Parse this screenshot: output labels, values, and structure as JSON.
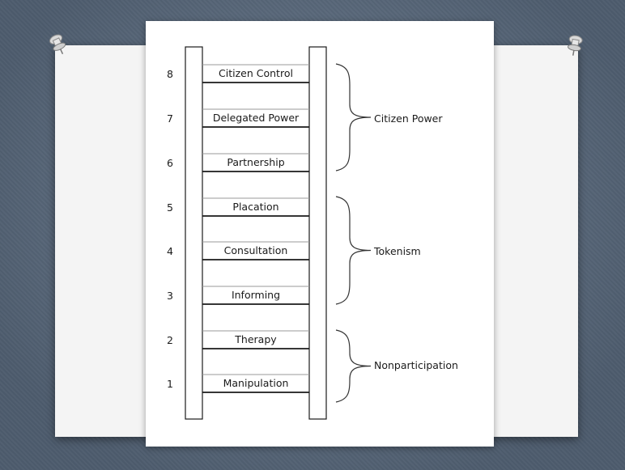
{
  "ladder": {
    "rungs": [
      {
        "number": "8",
        "label": "Citizen Control"
      },
      {
        "number": "7",
        "label": "Delegated Power"
      },
      {
        "number": "6",
        "label": "Partnership"
      },
      {
        "number": "5",
        "label": "Placation"
      },
      {
        "number": "4",
        "label": "Consultation"
      },
      {
        "number": "3",
        "label": "Informing"
      },
      {
        "number": "2",
        "label": "Therapy"
      },
      {
        "number": "1",
        "label": "Manipulation"
      }
    ],
    "groups": [
      {
        "label": "Citizen Power"
      },
      {
        "label": "Tokenism"
      },
      {
        "label": "Nonparticipation"
      }
    ]
  },
  "colors": {
    "background": "#5f7186",
    "panel": "#f4f4f4",
    "sheet": "#ffffff",
    "ink": "#1a1a1a"
  }
}
